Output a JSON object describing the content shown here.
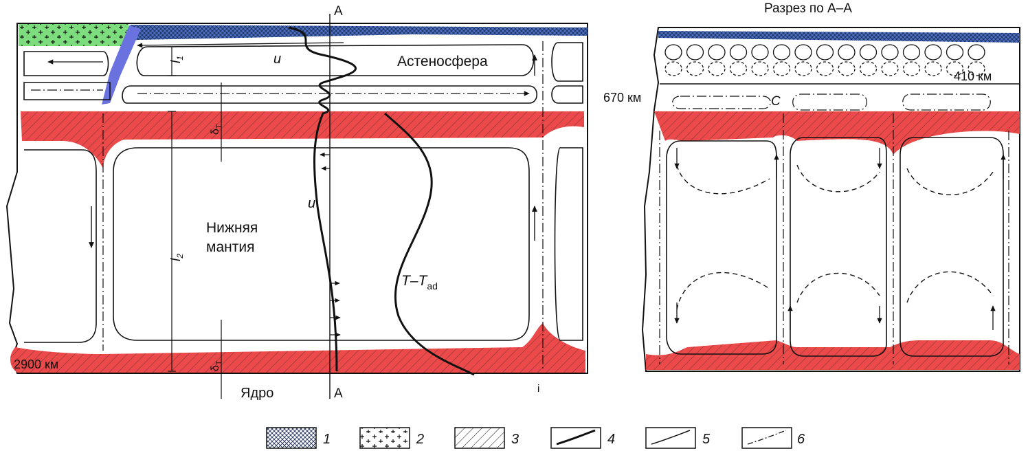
{
  "section_title": "Разрез по А–А",
  "labels": {
    "section_top": "А",
    "section_bottom": "А",
    "asthenosphere": "Астеносфера",
    "lower_mantle_line1": "Нижняя",
    "lower_mantle_line2": "мантия",
    "core": "Ядро",
    "depth_2900": "2900 км",
    "depth_670": "670 км",
    "depth_410": "410 км",
    "u_upper": "u",
    "u_lower": "u",
    "l1": "l",
    "l1_sub": "1",
    "l2": "l",
    "l2_sub": "2",
    "delta_t_upper": "δ",
    "delta_t_upper_sub": "T",
    "delta_t_lower": "δ",
    "delta_t_lower_sub": "T",
    "temp_T": "T–T",
    "temp_sub": "ad",
    "cell_C": "C",
    "plume_i": "i"
  },
  "legend": [
    {
      "num": "1",
      "pattern": "crosshatch"
    },
    {
      "num": "2",
      "pattern": "crosses"
    },
    {
      "num": "3",
      "pattern": "hatch"
    },
    {
      "num": "4",
      "pattern": "thick-curve"
    },
    {
      "num": "5",
      "pattern": "thin-curve"
    },
    {
      "num": "6",
      "pattern": "dash-dot"
    }
  ],
  "colors": {
    "hot_layer": "#ec4a4a",
    "lithosphere": "#4a6fc0",
    "continent": "#7ddc7d",
    "slab": "#6a72e0",
    "line": "#111111"
  }
}
